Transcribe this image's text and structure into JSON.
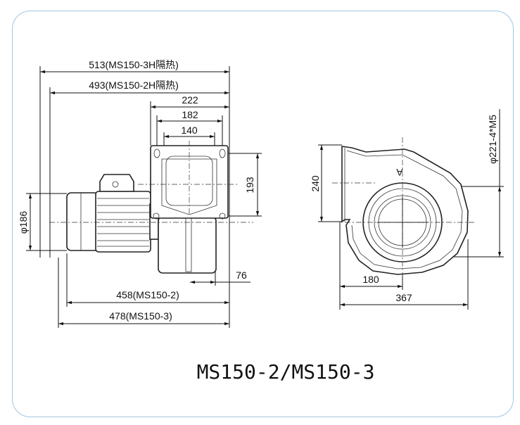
{
  "side_view": {
    "dims": {
      "overall_3h": "513(MS150-3H隔热)",
      "overall_2h": "493(MS150-2H隔热)",
      "flange_outer": "222",
      "flange_holes": "182",
      "outlet_width": "140",
      "hole_height": "193",
      "motor_diameter": "φ186",
      "outlet_offset": "76",
      "length_2": "458(MS150-2)",
      "length_3": "478(MS150-3)"
    }
  },
  "front_view": {
    "dims": {
      "height": "240",
      "center_offset": "180",
      "width": "367",
      "bolt_circle": "φ221-4*M5",
      "marker": "A"
    }
  },
  "title": "MS150-2/MS150-3"
}
